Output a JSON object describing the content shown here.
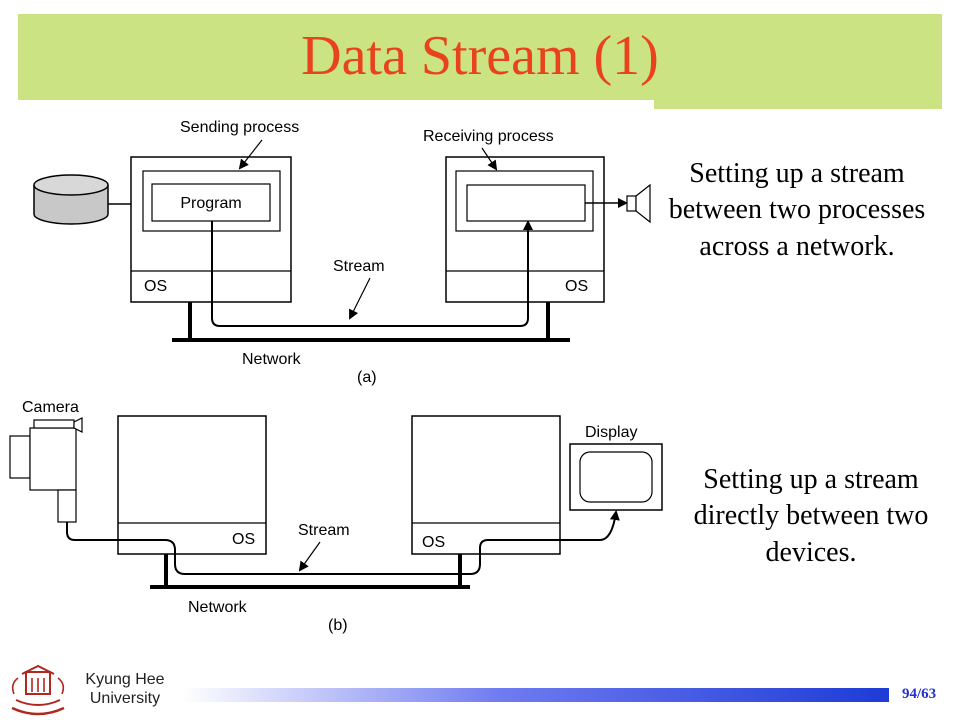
{
  "slide": {
    "title": "Data Stream (1)",
    "page_number": "94/63",
    "university": "Kyung Hee University",
    "accent_color": "#cce383",
    "title_color": "#e8431c"
  },
  "diagram_a": {
    "sending_process": "Sending process",
    "receiving_process": "Receiving process",
    "program": "Program",
    "os_left": "OS",
    "os_right": "OS",
    "stream": "Stream",
    "network": "Network",
    "caption": "(a)",
    "description": "Setting up a stream between two processes across a network."
  },
  "diagram_b": {
    "camera": "Camera",
    "display": "Display",
    "os_left": "OS",
    "os_right": "OS",
    "stream": "Stream",
    "network": "Network",
    "caption": "(b)",
    "description": "Setting up a stream directly between two devices."
  }
}
